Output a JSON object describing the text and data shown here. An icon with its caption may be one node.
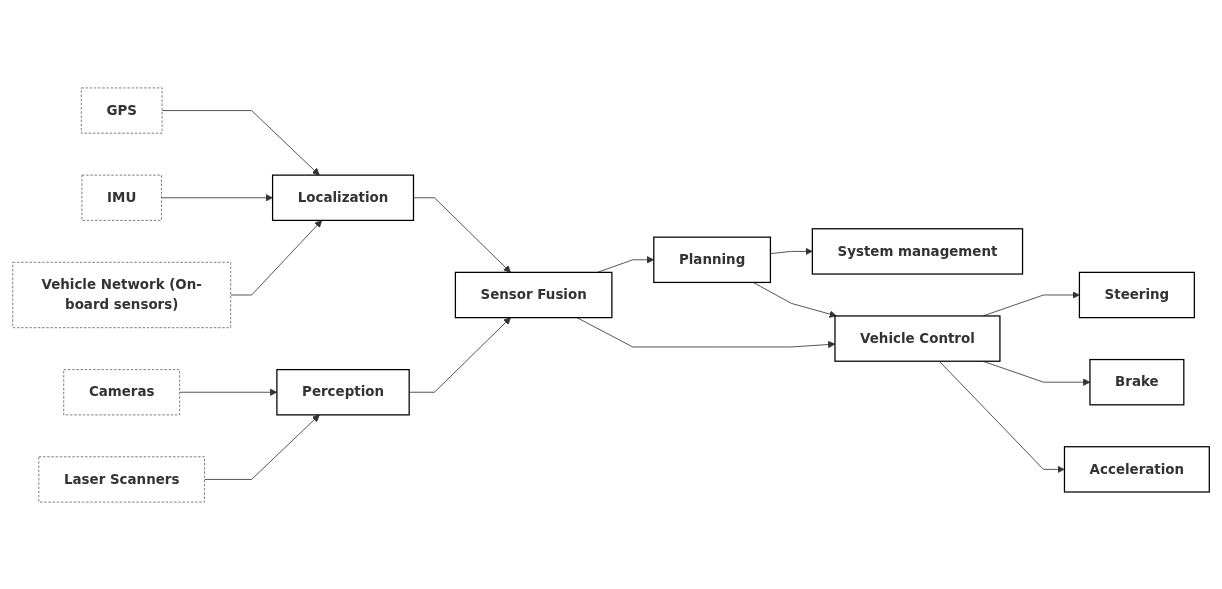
{
  "diagram": {
    "nodes": [
      {
        "text": [
          "GPS"
        ]
      },
      {
        "text": [
          "IMU"
        ]
      },
      {
        "text": [
          "Vehicle Network (On-board sensors)"
        ]
      },
      {
        "text": [
          "Cameras"
        ]
      },
      {
        "text": [
          "Laser Scanners"
        ]
      },
      {
        "text": [
          "Localization"
        ]
      },
      {
        "text": [
          "Perception"
        ]
      },
      {
        "text": [
          "Sensor Fusion"
        ]
      },
      {
        "text": [
          "Planning"
        ]
      },
      {
        "text": [
          "Vehicle Control"
        ]
      },
      {
        "text": [
          "System management"
        ]
      },
      {
        "text": [
          "Steering"
        ]
      },
      {
        "text": [
          "Brake"
        ]
      },
      {
        "text": [
          "Acceleration"
        ]
      }
    ],
    "edges": [
      {
        "from": 0,
        "to": 5,
        "arrow": "to"
      },
      {
        "from": 1,
        "to": 5,
        "arrow": "to"
      },
      {
        "from": 2,
        "to": 5,
        "arrow": "to"
      },
      {
        "from": 3,
        "to": 6,
        "arrow": "to"
      },
      {
        "from": 4,
        "to": 6,
        "arrow": "to"
      },
      {
        "from": 5,
        "to": 7,
        "arrow": "to"
      },
      {
        "from": 6,
        "to": 7,
        "arrow": "to"
      },
      {
        "from": 7,
        "to": 8,
        "arrow": "to"
      },
      {
        "from": 7,
        "to": 9,
        "arrow": "to"
      },
      {
        "from": 8,
        "to": 10,
        "arrow": "to"
      },
      {
        "from": 8,
        "to": 9,
        "arrow": "to"
      },
      {
        "from": 9,
        "to": 11,
        "arrow": "to"
      },
      {
        "from": 9,
        "to": 12,
        "arrow": "to"
      },
      {
        "from": 9,
        "to": 13,
        "arrow": "to"
      }
    ]
  }
}
